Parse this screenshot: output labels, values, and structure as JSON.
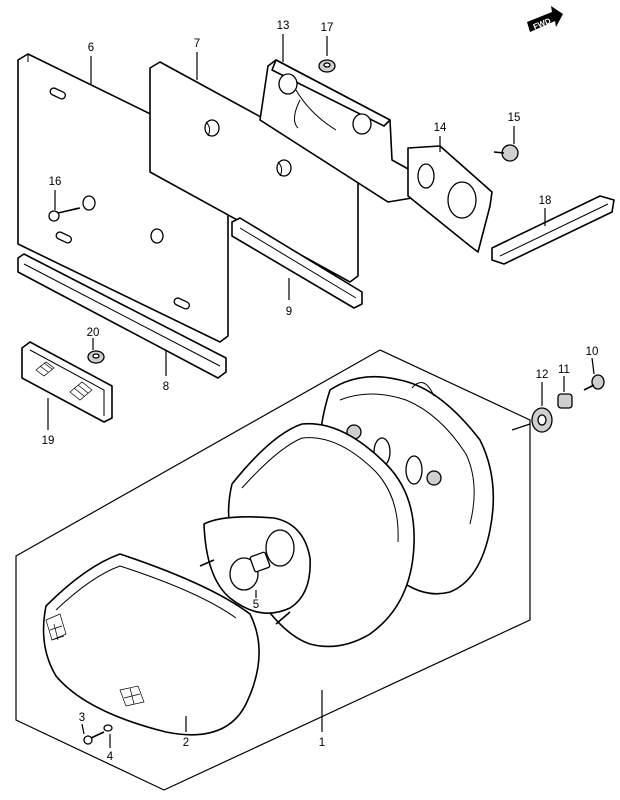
{
  "diagram": {
    "direction_badge": "FWD",
    "callouts": [
      {
        "id": "c1",
        "text": "1"
      },
      {
        "id": "c2",
        "text": "2"
      },
      {
        "id": "c3",
        "text": "3"
      },
      {
        "id": "c4",
        "text": "4"
      },
      {
        "id": "c5",
        "text": "5"
      },
      {
        "id": "c6",
        "text": "6"
      },
      {
        "id": "c7",
        "text": "7"
      },
      {
        "id": "c8",
        "text": "8"
      },
      {
        "id": "c9",
        "text": "9"
      },
      {
        "id": "c10",
        "text": "10"
      },
      {
        "id": "c11",
        "text": "11"
      },
      {
        "id": "c12",
        "text": "12"
      },
      {
        "id": "c13",
        "text": "13"
      },
      {
        "id": "c14",
        "text": "14"
      },
      {
        "id": "c15",
        "text": "15"
      },
      {
        "id": "c16",
        "text": "16"
      },
      {
        "id": "c17",
        "text": "17"
      },
      {
        "id": "c18",
        "text": "18"
      },
      {
        "id": "c19",
        "text": "19"
      },
      {
        "id": "c20",
        "text": "20"
      }
    ]
  }
}
